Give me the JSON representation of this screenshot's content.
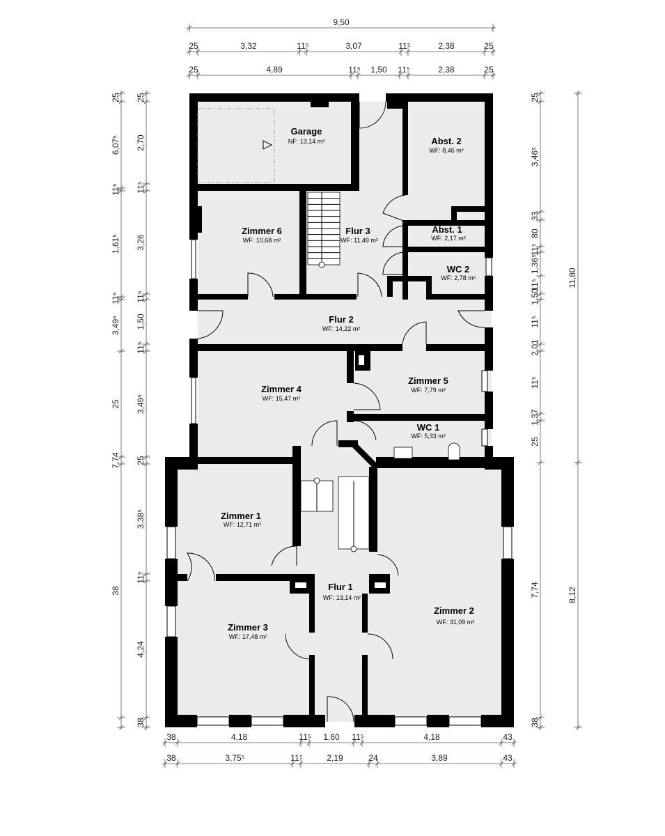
{
  "rooms": {
    "garage": {
      "name": "Garage",
      "area": "NF: 13,14 m²"
    },
    "abst2": {
      "name": "Abst. 2",
      "area": "WF: 8,46 m²"
    },
    "zimmer6": {
      "name": "Zimmer 6",
      "area": "WF: 10,68 m²"
    },
    "flur3": {
      "name": "Flur 3",
      "area": "WF: 11,49 m²"
    },
    "abst1": {
      "name": "Abst. 1",
      "area": "WF: 2,17 m²"
    },
    "wc2": {
      "name": "WC 2",
      "area": "WF: 2,78 m²"
    },
    "flur2": {
      "name": "Flur 2",
      "area": "WF: 14,22 m²"
    },
    "zimmer4": {
      "name": "Zimmer 4",
      "area": "WF: 15,47 m²"
    },
    "zimmer5": {
      "name": "Zimmer 5",
      "area": "WF: 7,79 m²"
    },
    "wc1": {
      "name": "WC 1",
      "area": "WF: 5,33 m²"
    },
    "zimmer1": {
      "name": "Zimmer 1",
      "area": "WF: 12,71 m²"
    },
    "flur1": {
      "name": "Flur 1",
      "area": "WF: 13,14 m²"
    },
    "zimmer2": {
      "name": "Zimmer 2",
      "area": "WF: 31,09 m²"
    },
    "zimmer3": {
      "name": "Zimmer 3",
      "area": "WF: 17,48 m²"
    }
  },
  "dimensions": {
    "top_total": "9,50",
    "top_row1": [
      "25",
      "3,32",
      "11⁵",
      "3,07",
      "11⁵",
      "2,38",
      "25"
    ],
    "top_row2": [
      "25",
      "4,89",
      "11⁵",
      "1,50",
      "11⁵",
      "2,38",
      "25"
    ],
    "bottom_row1": [
      "38",
      "4,18",
      "11⁵",
      "1,60",
      "11⁵",
      "4,18",
      "43"
    ],
    "bottom_row2": [
      "38",
      "3,75⁵",
      "11⁵",
      "2,19",
      "24",
      "3,89",
      "43"
    ],
    "left_outer": [
      "25",
      "6,07⁵",
      "11⁵",
      "1,61⁵",
      "11⁵",
      "3,49⁵",
      "25",
      "7,74",
      "38"
    ],
    "left_inner": [
      "25",
      "2,70",
      "11⁵",
      "3,26",
      "11⁵",
      "1,50",
      "11⁵",
      "3,49⁵",
      "25",
      "3,38⁵",
      "11⁵",
      "4,24",
      "38"
    ],
    "right_inner": [
      "25",
      "3,46⁵",
      "33",
      "80",
      "11⁵",
      "1,36⁵",
      "11⁵",
      "1,50",
      "11⁵",
      "2,01",
      "11⁵",
      "1,37",
      "25",
      "7,74",
      "38"
    ],
    "right_outer": [
      "11,80",
      "8,12"
    ]
  }
}
